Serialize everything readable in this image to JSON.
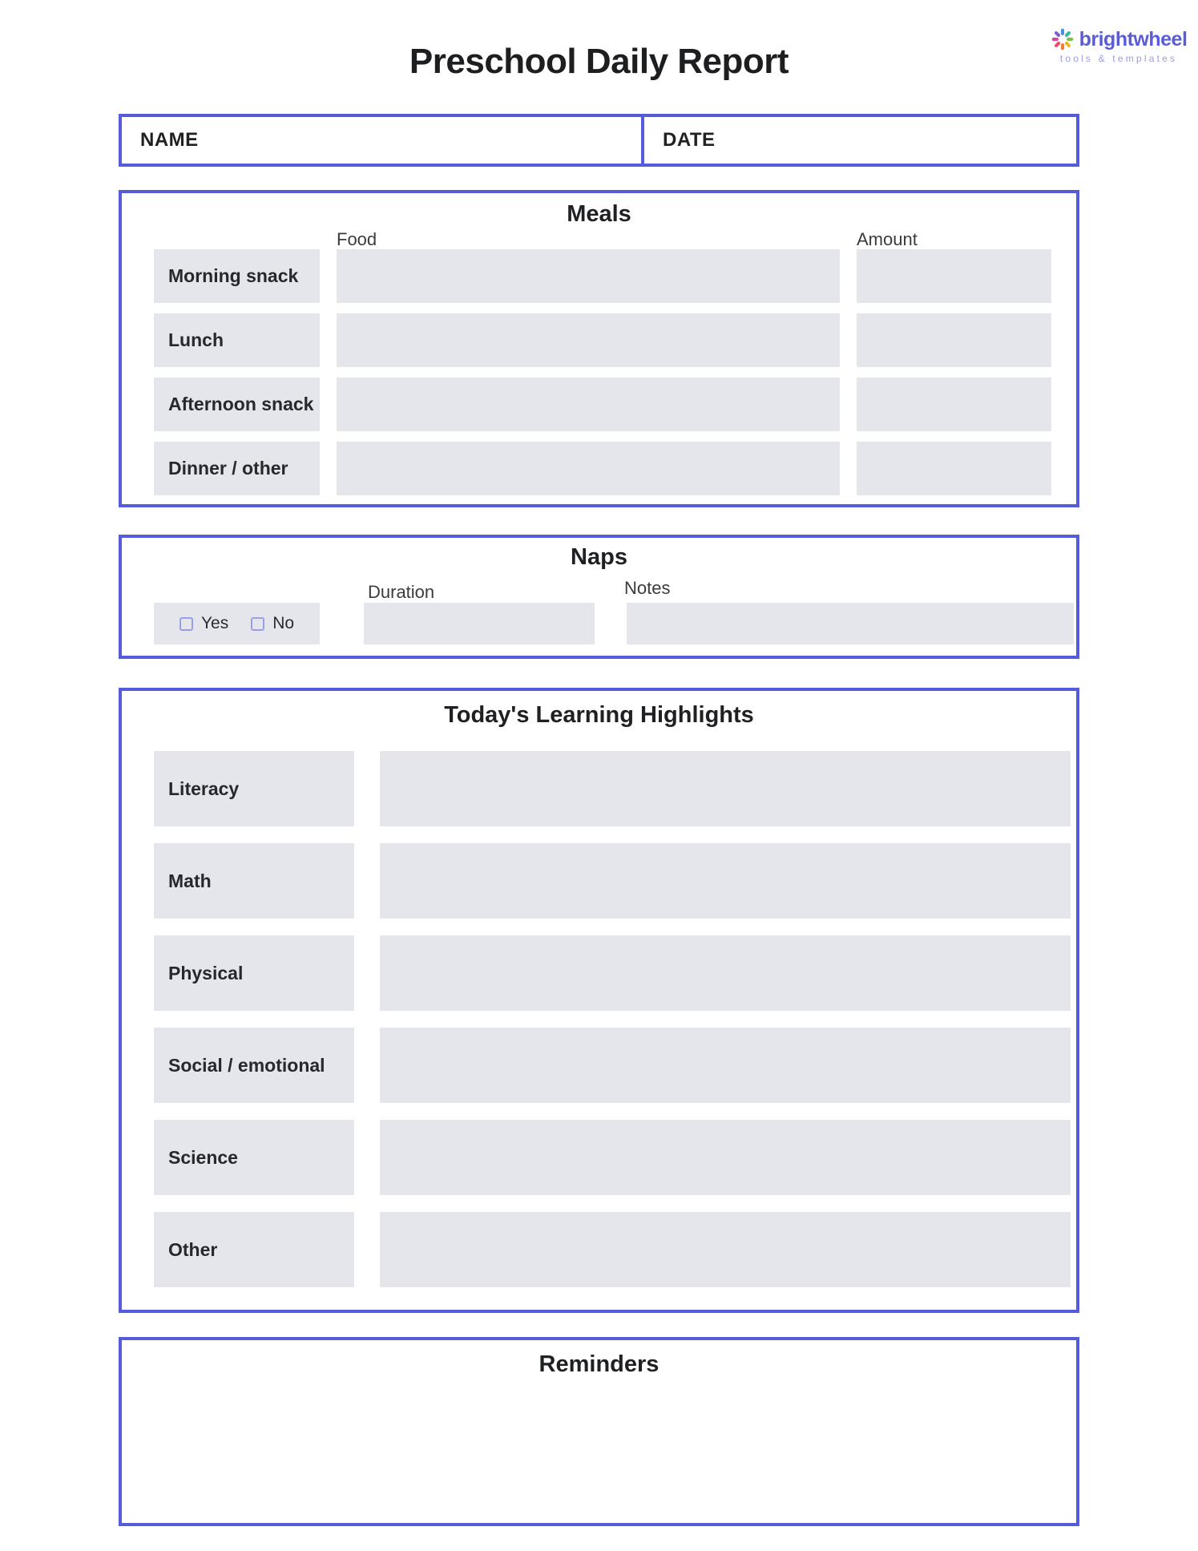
{
  "page": {
    "title": "Preschool Daily Report"
  },
  "logo": {
    "brand": "brightwheel",
    "tagline": "tools & templates",
    "icon": "pinwheel-icon",
    "brand_color": "#5b5dd8",
    "tagline_color": "#9a9ce6",
    "petal_colors": [
      "#4a90e2",
      "#35b8a8",
      "#7cc24a",
      "#f3b71e",
      "#f07f2f",
      "#e8506e",
      "#d44a9e",
      "#7a5fd6"
    ]
  },
  "name_date": {
    "name_label": "NAME",
    "date_label": "DATE",
    "name_value": "",
    "date_value": ""
  },
  "meals": {
    "title": "Meals",
    "columns": {
      "food": "Food",
      "amount": "Amount"
    },
    "rows": [
      {
        "label": "Morning snack",
        "food": "",
        "amount": ""
      },
      {
        "label": "Lunch",
        "food": "",
        "amount": ""
      },
      {
        "label": "Afternoon snack",
        "food": "",
        "amount": ""
      },
      {
        "label": "Dinner / other",
        "food": "",
        "amount": ""
      }
    ]
  },
  "naps": {
    "title": "Naps",
    "yes_label": "Yes",
    "no_label": "No",
    "yes_checked": false,
    "no_checked": false,
    "duration_label": "Duration",
    "notes_label": "Notes",
    "duration_value": "",
    "notes_value": ""
  },
  "learning": {
    "title": "Today's Learning Highlights",
    "rows": [
      {
        "label": "Literacy",
        "value": ""
      },
      {
        "label": "Math",
        "value": ""
      },
      {
        "label": "Physical",
        "value": ""
      },
      {
        "label": "Social / emotional",
        "value": ""
      },
      {
        "label": "Science",
        "value": ""
      },
      {
        "label": "Other",
        "value": ""
      }
    ]
  },
  "reminders": {
    "title": "Reminders",
    "value": ""
  },
  "colors": {
    "accent_border": "#565cd9",
    "field_gray": "#e4e6eb",
    "checkbox_border": "#99a0e8",
    "text": "#222326"
  }
}
